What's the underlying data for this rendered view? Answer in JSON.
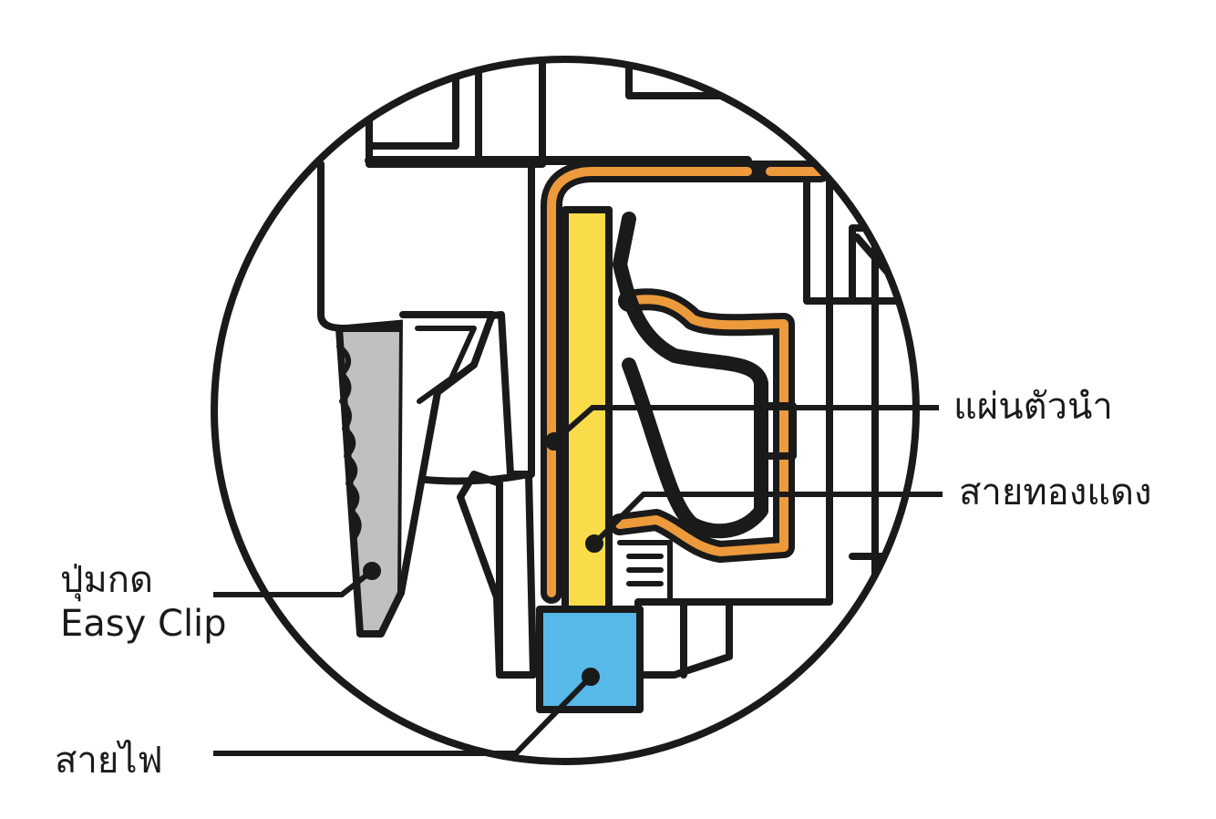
{
  "labels": {
    "conductor_plate": "แผ่นตัวนำ",
    "copper_wire": "สายทองแดง",
    "easy_clip_button_line1": "ปุ่มกด",
    "easy_clip_button_line2": "Easy Clip",
    "power_wire": "สายไฟ"
  },
  "colors": {
    "outline": "#1a1a1a",
    "conductor_plate": "#f9dc4a",
    "copper_wire": "#ec9a3c",
    "power_wire": "#56b9e8",
    "button": "#bfc0c2"
  }
}
